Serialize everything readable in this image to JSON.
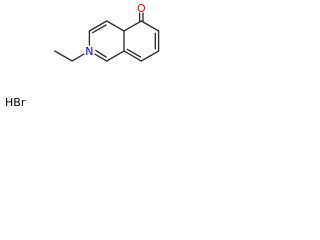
{
  "molecule": {
    "atoms": {
      "oxygen": {
        "symbol": "O",
        "color": "#ff0000"
      },
      "nitrogen": {
        "symbol": "N",
        "color": "#0000ff"
      },
      "salt": {
        "text": "HBr",
        "color": "#000000"
      }
    },
    "bond_color": "#2f2f2f"
  }
}
